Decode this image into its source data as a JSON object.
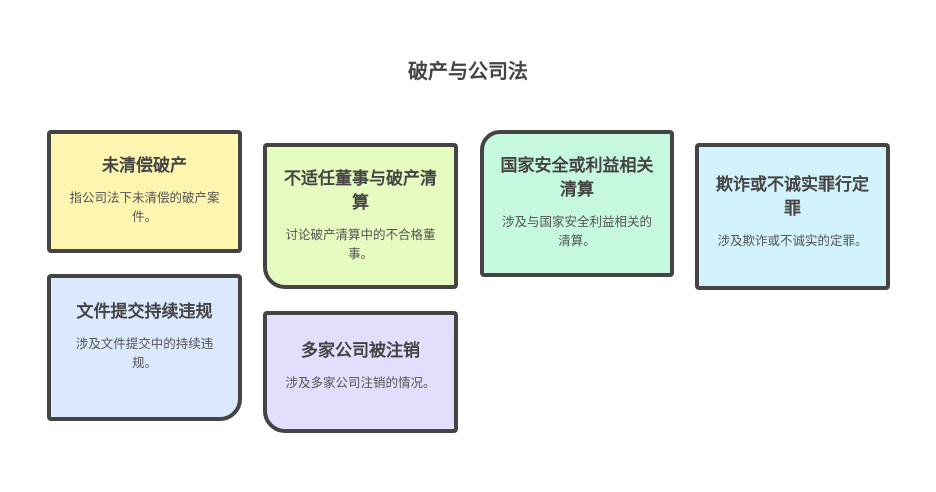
{
  "title": "破产与公司法",
  "cards": [
    {
      "title": "未清偿破产",
      "desc": "指公司法下未清偿的破产案件。",
      "color": "#fef6b0"
    },
    {
      "title": "不适任董事与破产清算",
      "desc": "讨论破产清算中的不合格董事。",
      "color": "#e5fbc0"
    },
    {
      "title": "国家安全或利益相关清算",
      "desc": "涉及与国家安全利益相关的清算。",
      "color": "#c6f8e0"
    },
    {
      "title": "欺诈或不诚实罪行定罪",
      "desc": "涉及欺诈或不诚实的定罪。",
      "color": "#d2f2fc"
    },
    {
      "title": "文件提交持续违规",
      "desc": "涉及文件提交中的持续违规。",
      "color": "#dbe8fd"
    },
    {
      "title": "多家公司被注销",
      "desc": "涉及多家公司注销的情况。",
      "color": "#e4defc"
    }
  ]
}
